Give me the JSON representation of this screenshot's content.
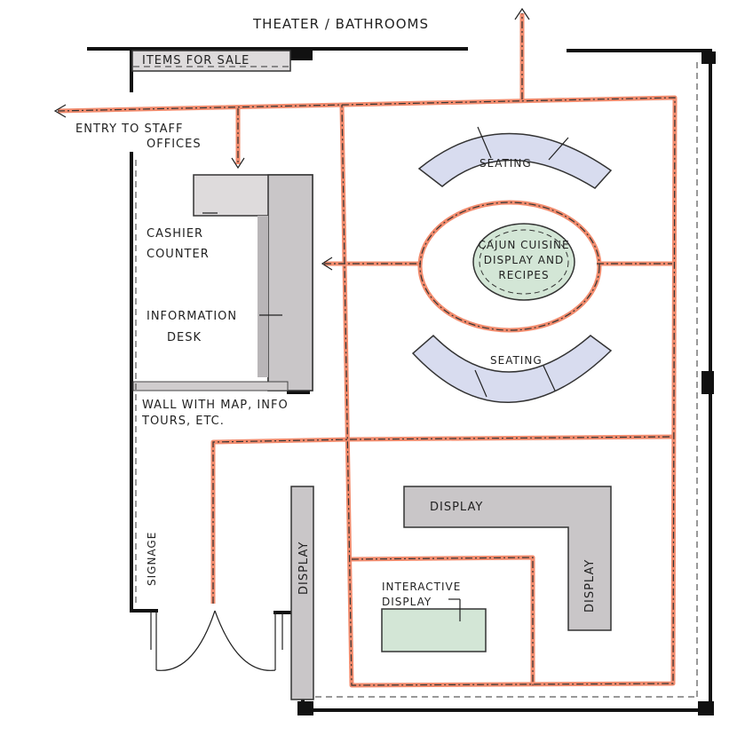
{
  "labels": {
    "theater": "THEATER / BATHROOMS",
    "items_for_sale": "ITEMS FOR SALE",
    "entry_staff_1": "ENTRY TO STAFF",
    "entry_staff_2": "OFFICES",
    "cashier_1": "CASHIER",
    "cashier_2": "COUNTER",
    "info_1": "INFORMATION",
    "info_2": "DESK",
    "wall_map_1": "WALL WITH MAP, INFO",
    "wall_map_2": "TOURS, ETC.",
    "seating_top": "SEATING",
    "seating_bottom": "SEATING",
    "cajun_1": "CAJUN CUISINE",
    "cajun_2": "DISPLAY AND",
    "cajun_3": "RECIPES",
    "display_top": "DISPLAY",
    "display_right": "DISPLAY",
    "display_left": "DISPLAY",
    "interactive_1": "INTERACTIVE",
    "interactive_2": "DISPLAY",
    "signage": "SIGNAGE"
  },
  "colors": {
    "path": "#f28c6e",
    "wall": "#111111",
    "fixture": "#c9c6c8",
    "seating": "#d8dcef",
    "feature": "#d3e6d6"
  }
}
